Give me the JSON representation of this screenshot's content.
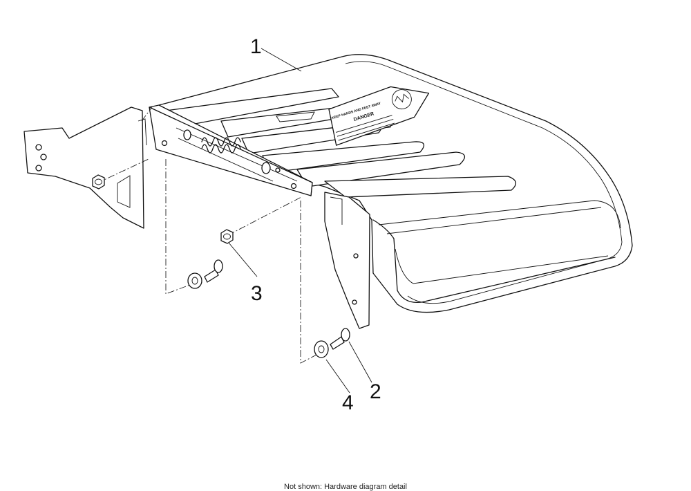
{
  "callouts": {
    "c1": "1",
    "c2": "2",
    "c3": "3",
    "c4": "4"
  },
  "decal": {
    "heading": "DANGER",
    "line1": "KEEP HANDS AND FEET AWAY"
  },
  "footer": "Not shown: Hardware diagram detail"
}
